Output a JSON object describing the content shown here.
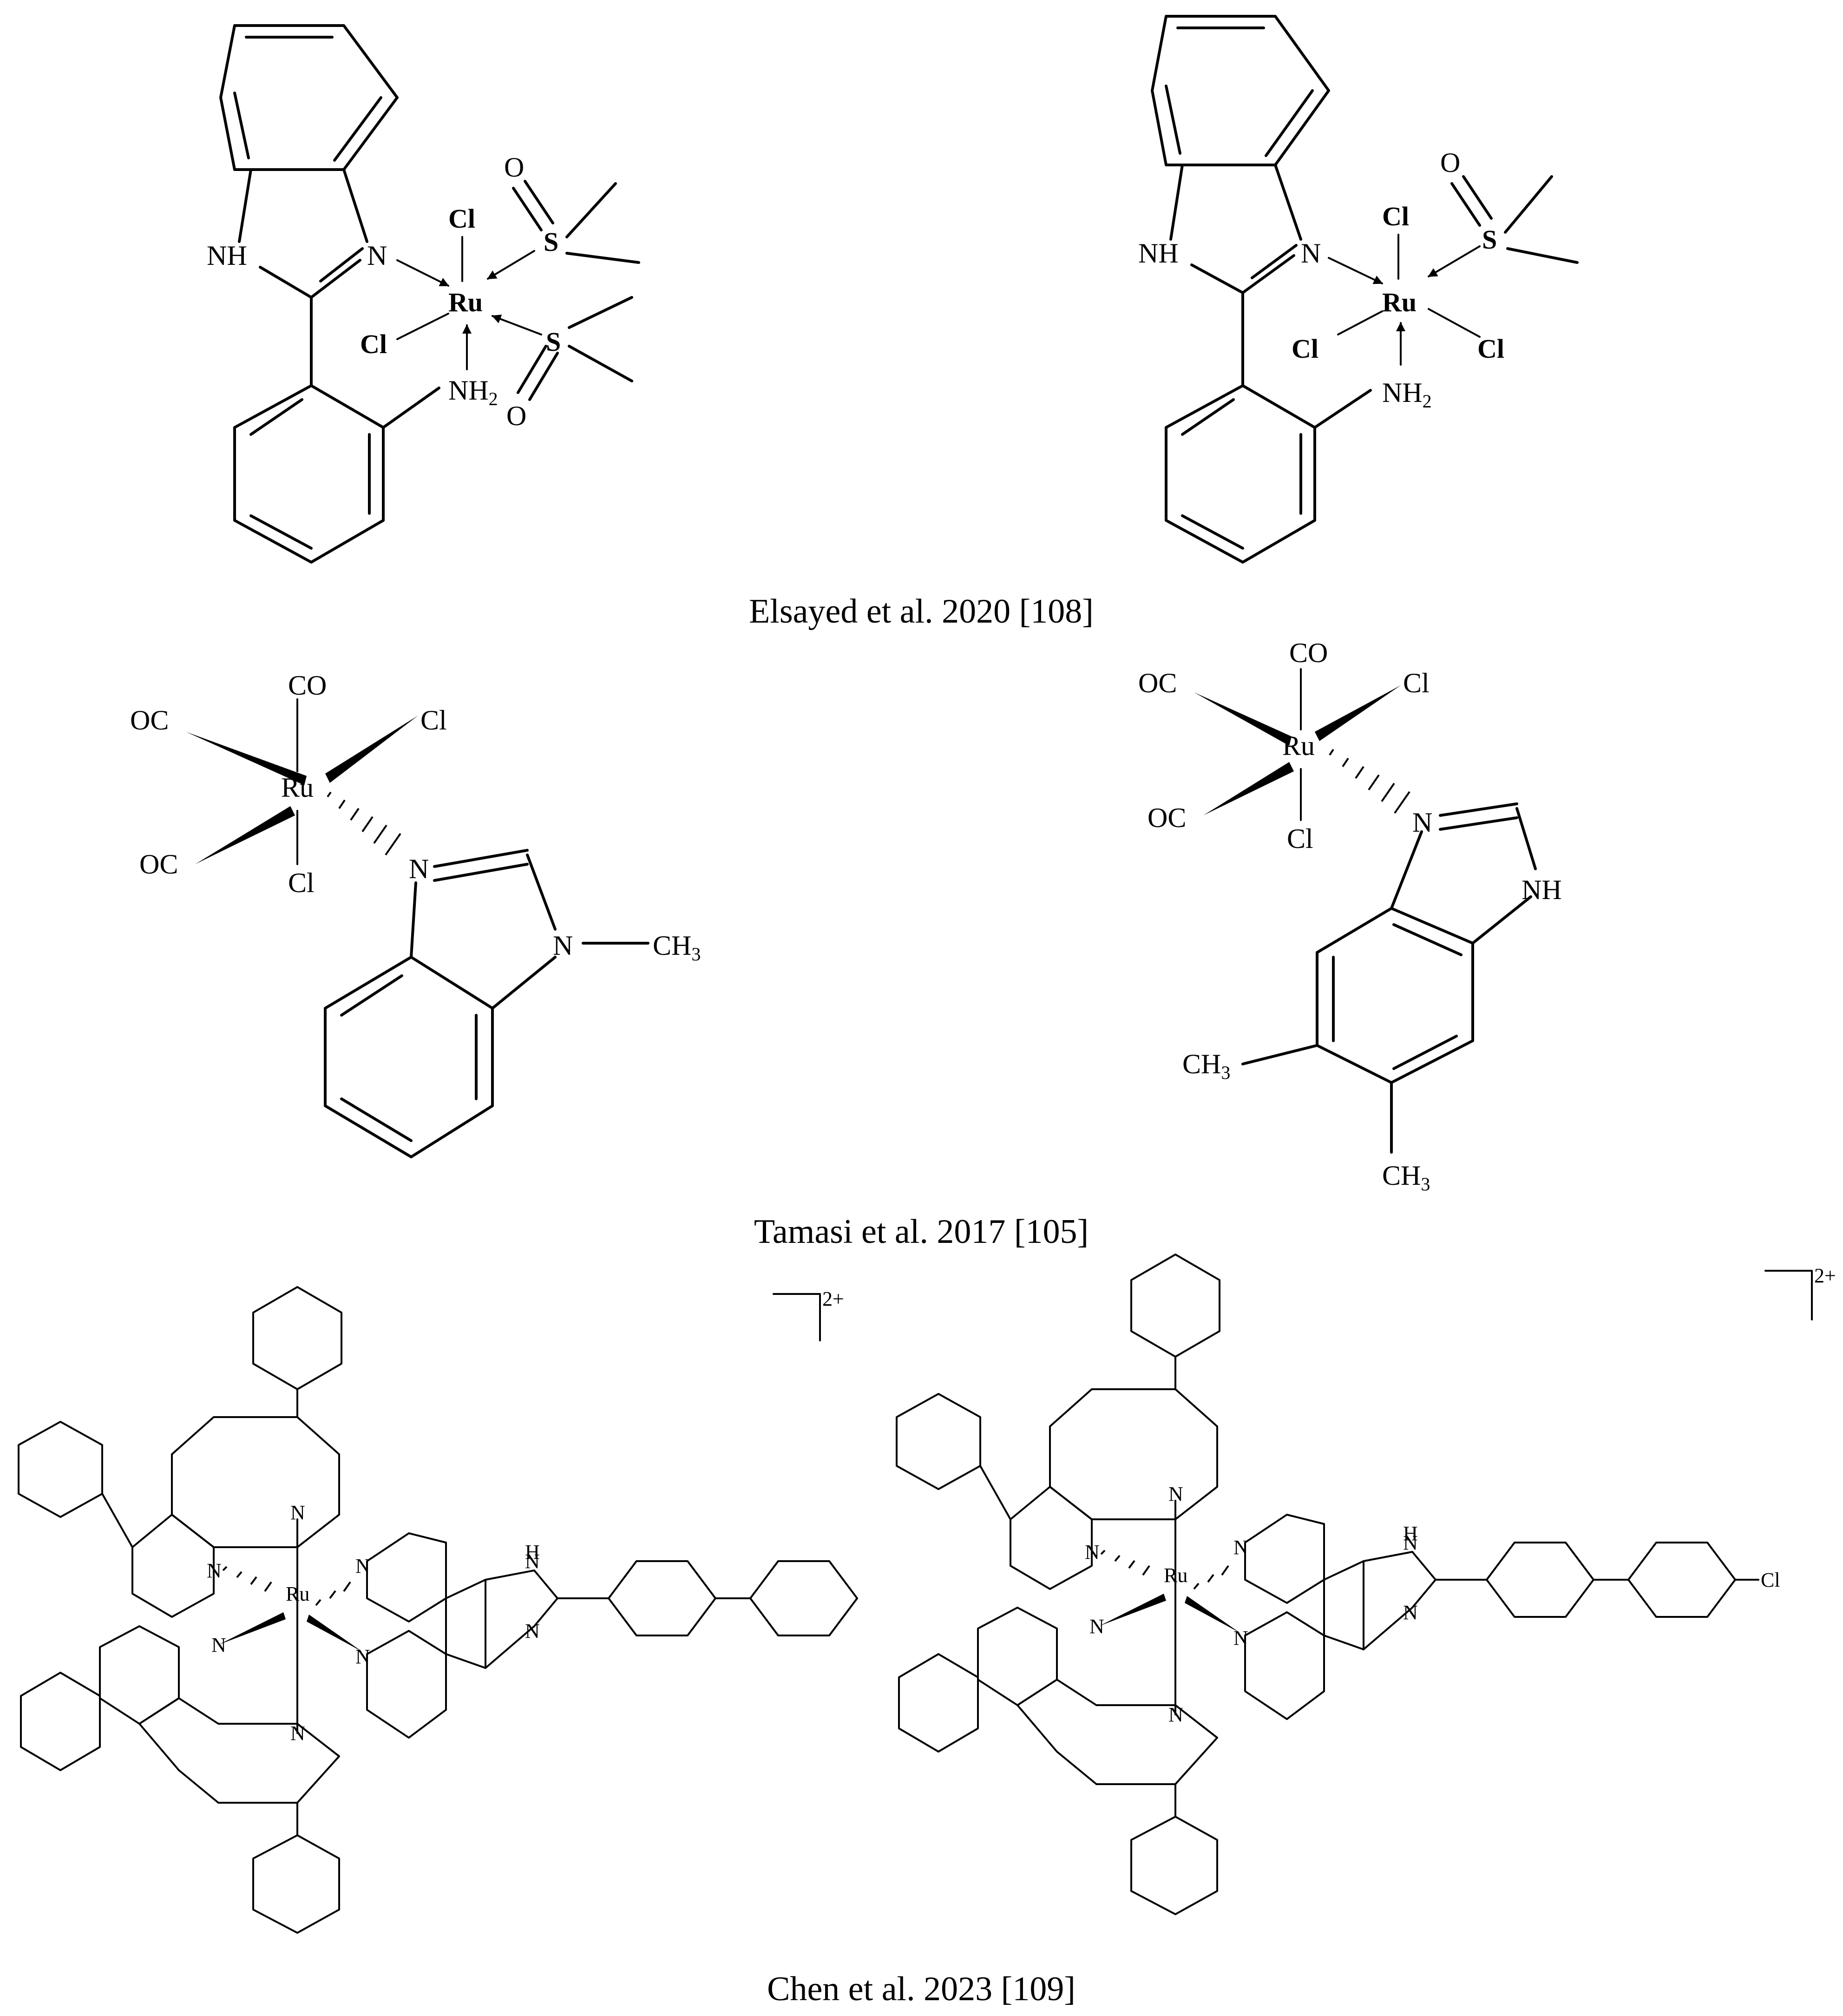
{
  "captions": {
    "row1": "Elsayed et al. 2020 [108]",
    "row2": "Tamasi et al. 2017 [105]",
    "row3": "Chen et al. 2023 [109]"
  },
  "atoms": {
    "nh": "NH",
    "n": "N",
    "cl": "Cl",
    "ru": "Ru",
    "s": "S",
    "o": "O",
    "nh2_main": "NH",
    "nh2_sub": "2",
    "co": "CO",
    "oc": "OC",
    "ch3_main": "CH",
    "ch3_sub": "3",
    "h": "H",
    "charge": "2+"
  }
}
